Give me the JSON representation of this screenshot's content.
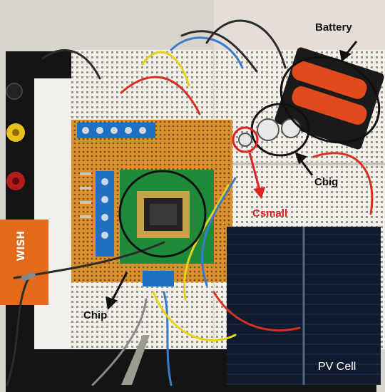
{
  "labels": {
    "battery": "Battery",
    "cbig": "Cbig",
    "csmall": "Csmall",
    "chip": "Chip",
    "pv_cell": "PV Cell"
  },
  "colors": {
    "annotation": "#111111",
    "csmall_annotation": "#dd2222",
    "pv_label": "#ffffff"
  }
}
